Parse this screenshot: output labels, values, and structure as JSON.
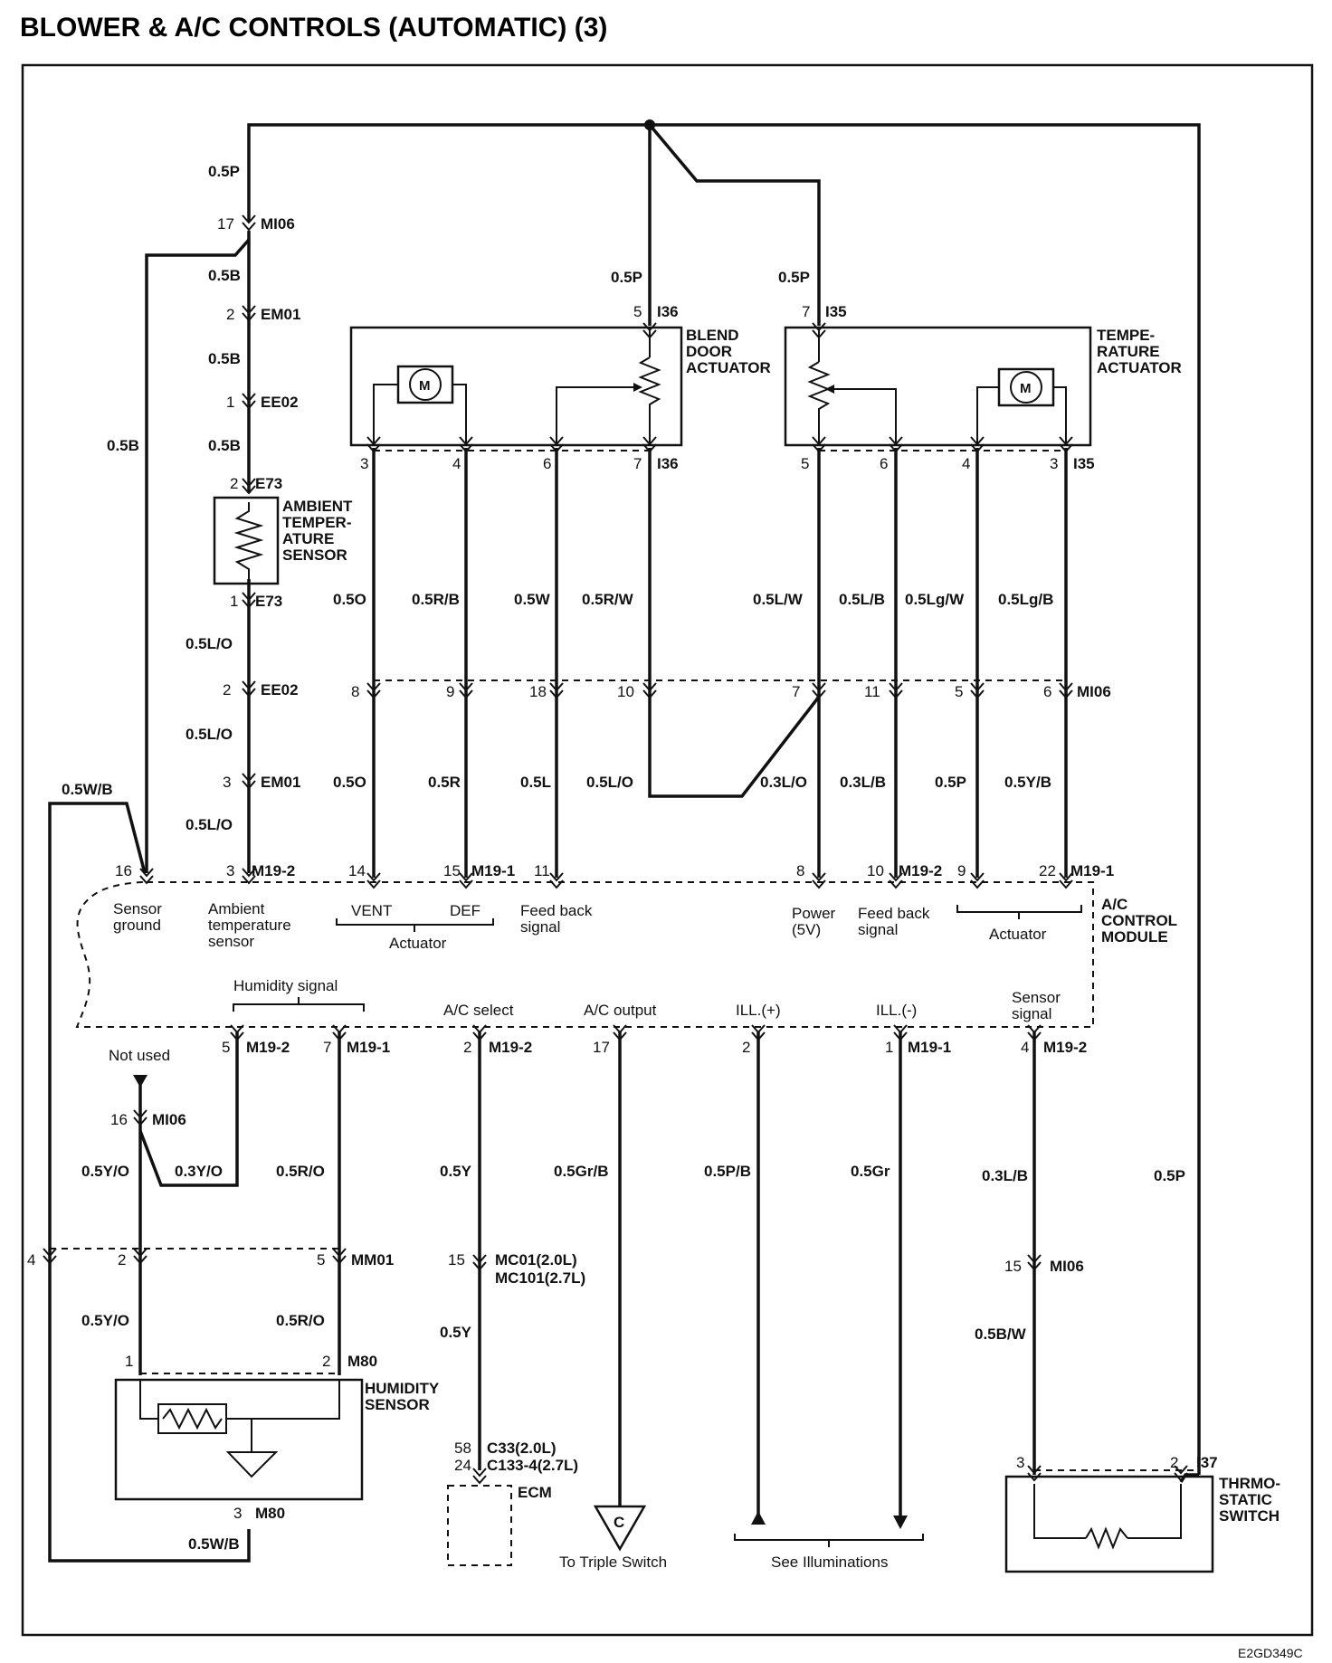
{
  "title": "BLOWER & A/C CONTROLS (AUTOMATIC) (3)",
  "figure_code": "E2GD349C",
  "components": {
    "blend_door": "BLEND\nDOOR\nACTUATOR",
    "temperature_actuator": "TEMPE-\nRATURE\nACTUATOR",
    "ambient_sensor": "AMBIENT\nTEMPER-\nATURE\nSENSOR",
    "humidity_sensor": "HUMIDITY\nSENSOR",
    "thermostatic_switch": "THRMO-\nSTATIC\nSWITCH",
    "ac_control_module": "A/C\nCONTROL\nMODULE",
    "ecm": "ECM",
    "motor_symbol": "M",
    "triple_switch_connector": "C"
  },
  "module_labels": {
    "sensor_ground": "Sensor\nground",
    "ambient_temp_sensor": "Ambient\ntemperature\nsensor",
    "vent": "VENT",
    "def": "DEF",
    "actuator_left": "Actuator",
    "feedback_left": "Feed back\nsignal",
    "power": "Power\n(5V)",
    "feedback_right": "Feed back\nsignal",
    "actuator_right": "Actuator",
    "humidity_signal": "Humidity signal",
    "ac_select": "A/C select",
    "ac_output": "A/C output",
    "ill_plus": "ILL.(+)",
    "ill_minus": "ILL.(-)",
    "sensor_signal": "Sensor\nsignal",
    "not_used": "Not used",
    "to_triple_switch": "To Triple Switch",
    "see_illuminations": "See Illuminations"
  },
  "labels": {
    "w_05p_a": "0.5P",
    "pin17_mi06": "17",
    "con_mi06_a": "MI06",
    "w_05b_a": "0.5B",
    "pin2_em01": "2",
    "con_em01_a": "EM01",
    "w_05b_b": "0.5B",
    "pin1_ee02": "1",
    "con_ee02_a": "EE02",
    "w_05b_c": "0.5B",
    "w_05b_left": "0.5B",
    "pin2_e73": "2",
    "con_e73_a": "E73",
    "pin1_e73": "1",
    "con_e73_b": "E73",
    "w_05lo_a": "0.5L/O",
    "pin2_ee02": "2",
    "con_ee02_b": "EE02",
    "w_05lo_b": "0.5L/O",
    "pin3_em01": "3",
    "con_em01_b": "EM01",
    "w_05lo_c": "0.5L/O",
    "w_05wb_top": "0.5W/B",
    "pin16": "16",
    "pin3_m192": "3",
    "con_m192_a": "M19-2",
    "w_05p_i36": "0.5P",
    "pin5_i36": "5",
    "con_i36_a": "I36",
    "w_05p_i35": "0.5P",
    "pin7_i35": "7",
    "con_i35_a": "I35",
    "pin3_i36": "3",
    "pin4_i36": "4",
    "pin6_i36": "6",
    "pin7_i36": "7",
    "con_i36_b": "I36",
    "pin5_i35": "5",
    "pin6_i35": "6",
    "pin4_i35": "4",
    "pin3_i35": "3",
    "con_i35_b": "I35",
    "w_05o": "0.5O",
    "w_05rb": "0.5R/B",
    "w_05w": "0.5W",
    "w_05rw": "0.5R/W",
    "w_05lw": "0.5L/W",
    "w_05lb": "0.5L/B",
    "w_05lgw": "0.5Lg/W",
    "w_05lgb": "0.5Lg/B",
    "pin8_mi06": "8",
    "pin9_mi06": "9",
    "pin18_mi06": "18",
    "pin10_mi06": "10",
    "pin7_mi06": "7",
    "pin11_mi06": "11",
    "pin5_mi06": "5",
    "pin6_mi06": "6",
    "con_mi06_b": "MI06",
    "w_05o_b": "0.5O",
    "w_05r": "0.5R",
    "w_05l": "0.5L",
    "w_05lo_d": "0.5L/O",
    "w_03lo": "0.3L/O",
    "w_03lb": "0.3L/B",
    "w_05p_b": "0.5P",
    "w_05yb": "0.5Y/B",
    "pin14": "14",
    "pin15": "15",
    "con_m191_a": "M19-1",
    "pin11": "11",
    "pin8": "8",
    "pin10": "10",
    "con_m192_b": "M19-2",
    "pin9": "9",
    "pin22": "22",
    "con_m191_b": "M19-1",
    "pin5_hum": "5",
    "con_m192_c": "M19-2",
    "pin7_hum": "7",
    "con_m191_c": "M19-1",
    "pin2_acsel": "2",
    "con_m192_d": "M19-2",
    "pin17_acout": "17",
    "pin2_ill": "2",
    "pin1_ill": "1",
    "con_m191_d": "M19-1",
    "pin4_sens": "4",
    "con_m192_e": "M19-2",
    "pin16_mi06": "16",
    "con_mi06_c": "MI06",
    "w_05yo": "0.5Y/O",
    "w_03yo": "0.3Y/O",
    "w_05ro": "0.5R/O",
    "w_05y": "0.5Y",
    "w_05grb": "0.5Gr/B",
    "w_05pb": "0.5P/B",
    "w_05gr": "0.5Gr",
    "w_03lb_b": "0.3L/B",
    "w_05p_c": "0.5P",
    "pin4_mm01": "4",
    "pin2_mm01": "2",
    "pin5_mm01": "5",
    "con_mm01": "MM01",
    "pin15_mc01": "15",
    "con_mc01": "MC01(2.0L)",
    "con_mc101": "MC101(2.7L)",
    "pin15_mi06": "15",
    "con_mi06_d": "MI06",
    "w_05yo_b": "0.5Y/O",
    "w_05ro_b": "0.5R/O",
    "w_05y_b": "0.5Y",
    "w_05bw": "0.5B/W",
    "pin1_m80": "1",
    "pin2_m80": "2",
    "con_m80_a": "M80",
    "pin58": "58",
    "pin24": "24",
    "con_c33": "C33(2.0L)",
    "con_c133": "C133-4(2.7L)",
    "pin3_i37": "3",
    "pin2_i37": "2",
    "con_i37": "I37",
    "pin3_m80": "3",
    "con_m80_b": "M80",
    "w_05wb_bot": "0.5W/B"
  }
}
